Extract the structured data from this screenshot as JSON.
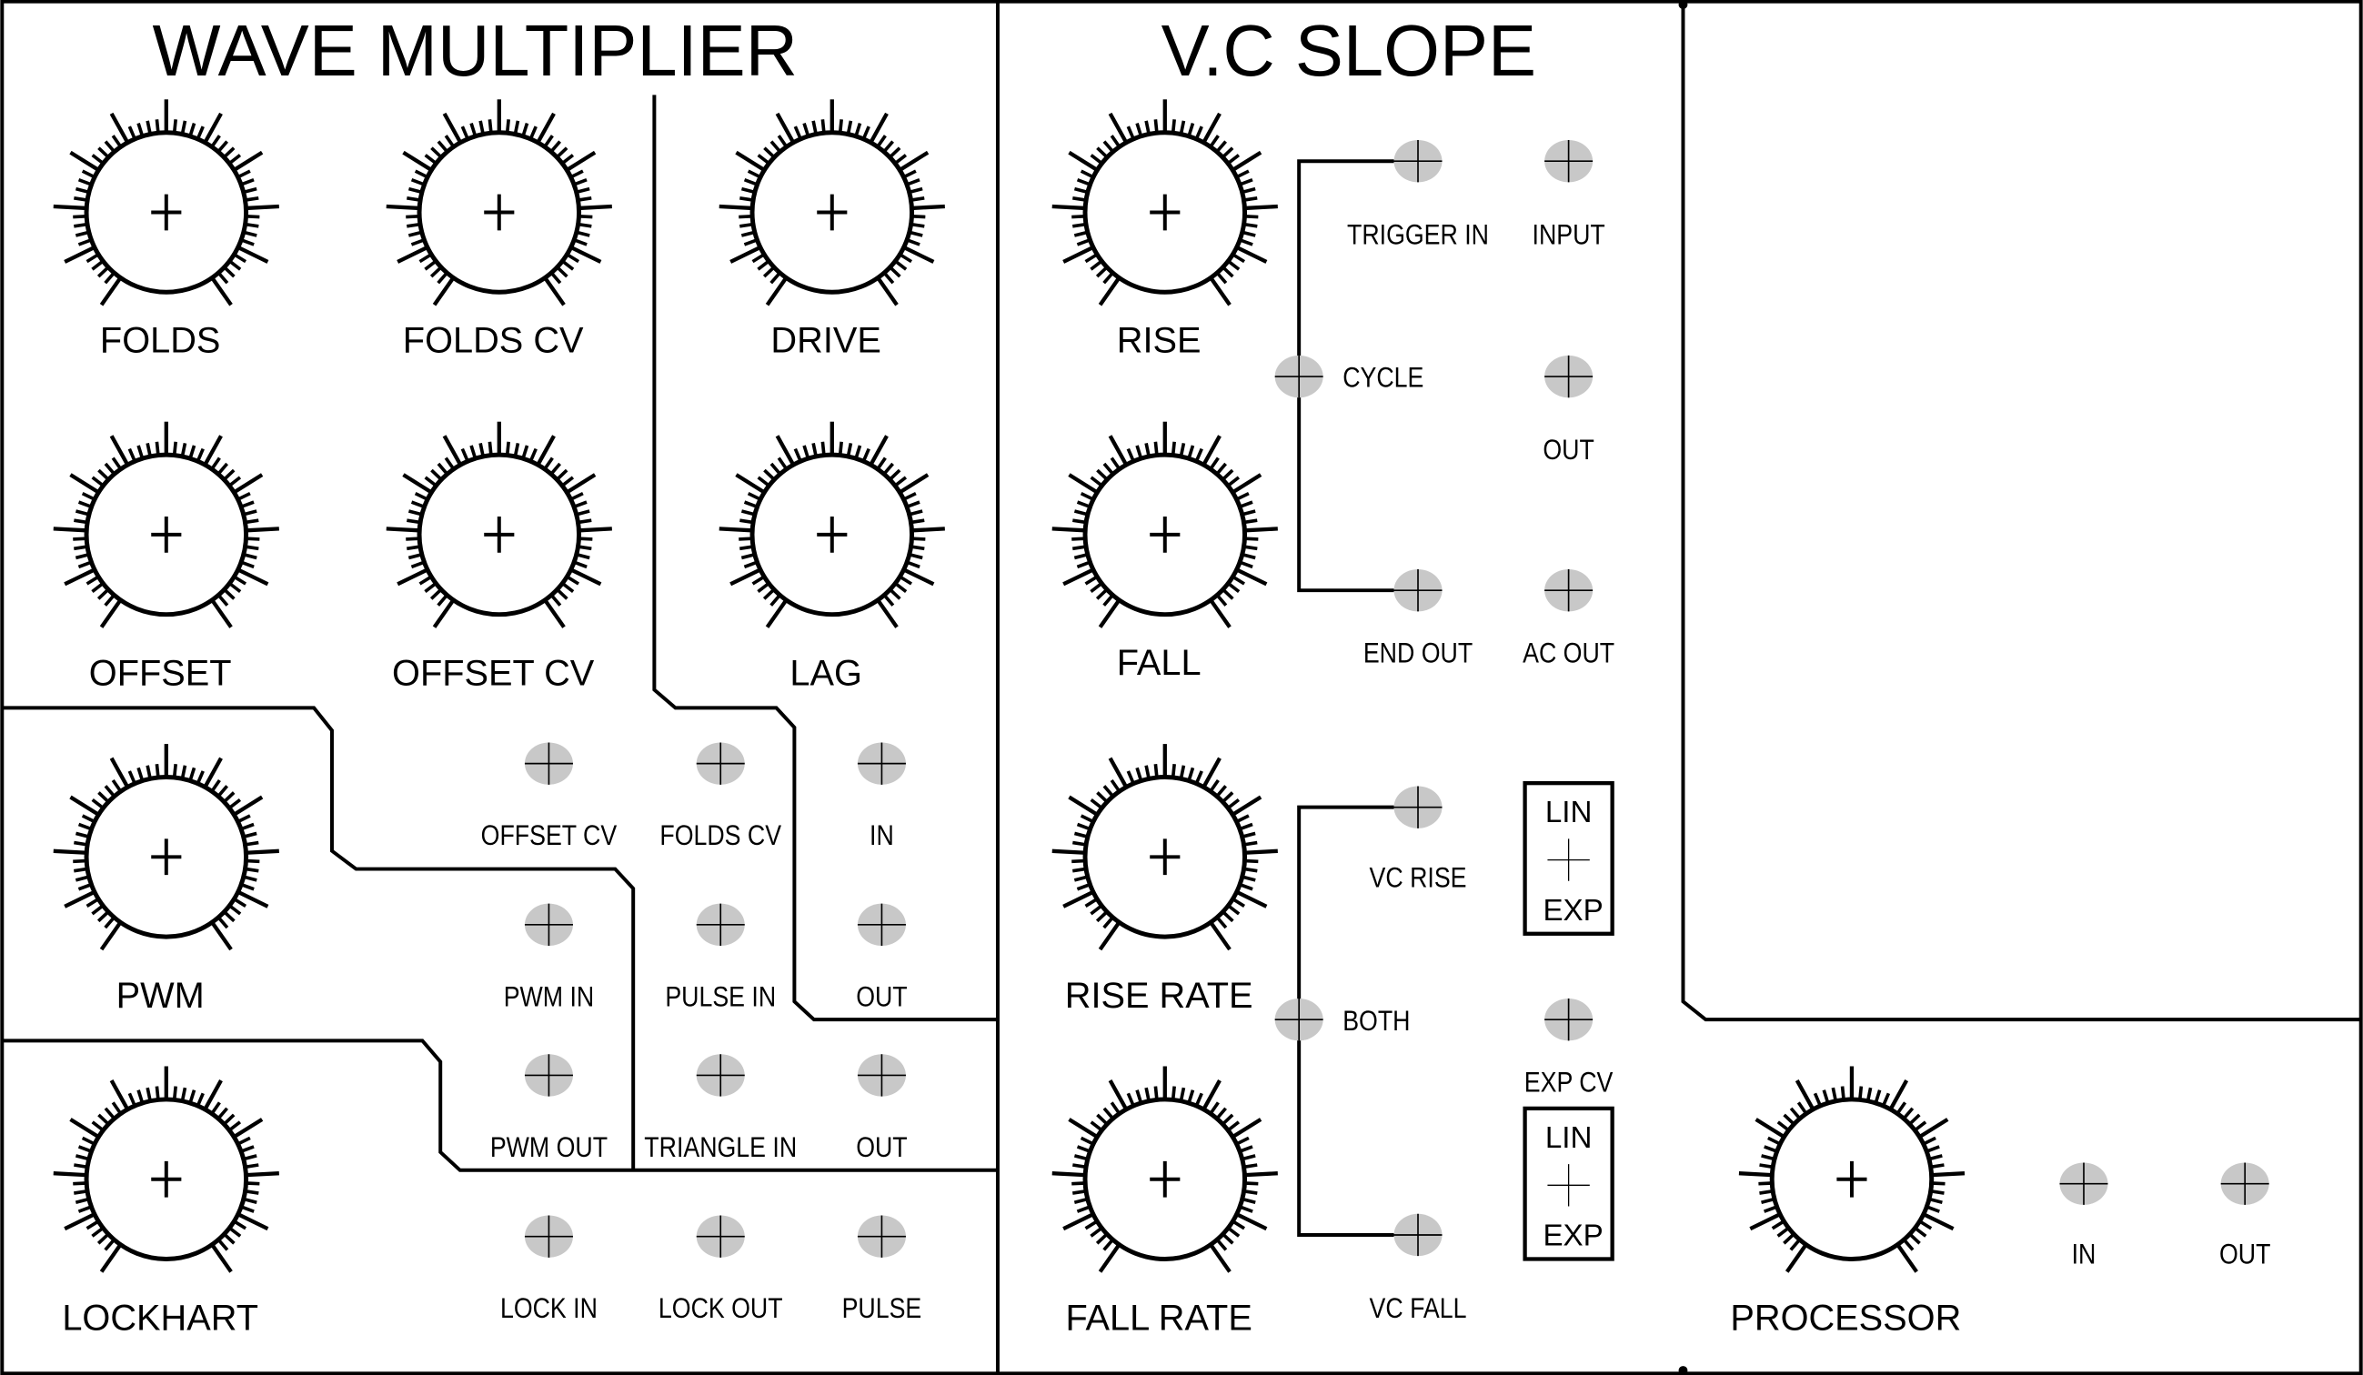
{
  "modules": {
    "wave_multiplier": {
      "title": "WAVE MULTIPLIER",
      "knobs": [
        "FOLDS",
        "FOLDS CV",
        "DRIVE",
        "OFFSET",
        "OFFSET CV",
        "LAG",
        "PWM",
        "LOCKHART"
      ],
      "jacks": [
        "OFFSET CV",
        "FOLDS CV",
        "IN",
        "PWM IN",
        "PULSE IN",
        "OUT",
        "PWM OUT",
        "TRIANGLE IN",
        "OUT",
        "LOCK IN",
        "LOCK OUT",
        "PULSE"
      ]
    },
    "vc_slope": {
      "title": "V.C SLOPE",
      "knobs": [
        "RISE",
        "FALL",
        "RISE RATE",
        "FALL RATE"
      ],
      "jacks": [
        "TRIGGER IN",
        "INPUT",
        "CYCLE",
        "OUT",
        "END OUT",
        "AC OUT",
        "VC RISE",
        "BOTH",
        "EXP CV",
        "VC FALL"
      ],
      "switches": [
        {
          "top": "LIN",
          "bottom": "EXP"
        },
        {
          "top": "LIN",
          "bottom": "EXP"
        }
      ]
    },
    "processor": {
      "knobs": [
        "PROCESSOR"
      ],
      "jacks": [
        "IN",
        "OUT"
      ]
    }
  },
  "colors": {
    "jack": "#c8c8c8",
    "line": "#000000",
    "panel": "#ffffff"
  }
}
